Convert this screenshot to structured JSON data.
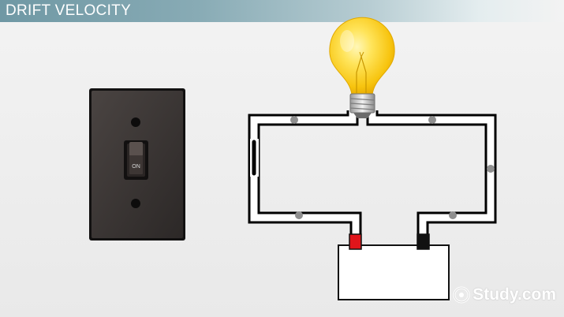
{
  "slide": {
    "title": "DRIFT VELOCITY"
  },
  "switch": {
    "state_label": "ON"
  },
  "watermark": {
    "text": "Study.com",
    "icon": "study-logo-icon"
  },
  "colors": {
    "title_bar": "#6f98a4",
    "switch_plate": "#3a3533",
    "wire": "#ffffff",
    "wire_outline": "#000000",
    "electron": "#8f8f8f",
    "positive_terminal": "#e0151b",
    "negative_terminal": "#111111",
    "bulb_glass": "#ffd21f"
  },
  "icons": [
    "light-switch-icon",
    "light-bulb-icon",
    "battery-icon",
    "electron-dot-icon"
  ]
}
